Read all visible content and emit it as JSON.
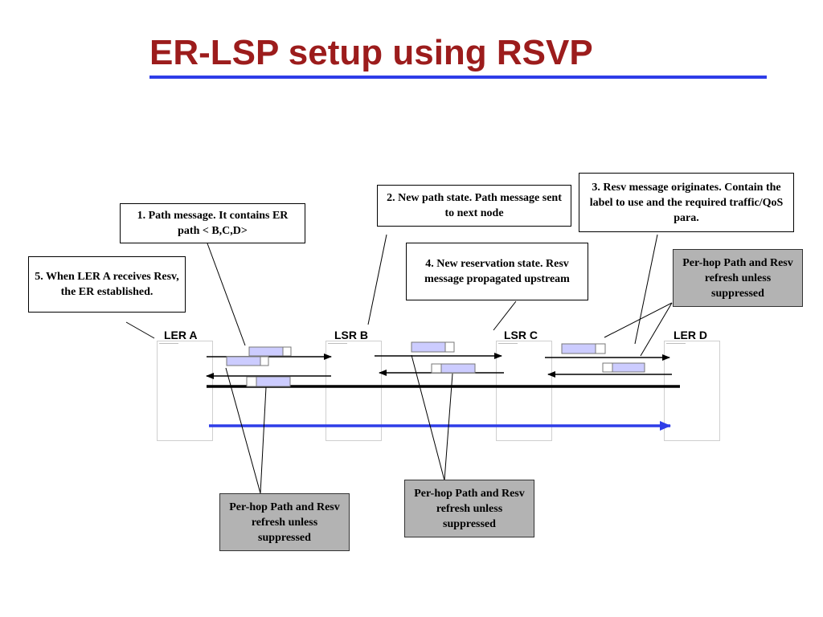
{
  "title": "ER-LSP setup using RSVP",
  "colors": {
    "title": "#9c1c1c",
    "title_rule": "#2e3de8",
    "er_path_arrow": "#2e3de8",
    "packet_fill": "#ccccff",
    "gray_callout": "#b3b3b3"
  },
  "nodes": [
    {
      "label": "LER A"
    },
    {
      "label": "LSR B"
    },
    {
      "label": "LSR C"
    },
    {
      "label": "LER D"
    }
  ],
  "callouts": {
    "path_message": "1. Path message. It contains ER path < B,C,D>",
    "new_path_state": "2. New path state. Path message sent to next node",
    "resv_originates": "3. Resv message  originates. Contain the label to use and the required traffic/QoS para.",
    "new_reservation_state": "4.  New reservation state. Resv message propagated upstream",
    "ler_a_receives": "5. When LER A receives Resv, the ER established.",
    "refresh_right": "Per-hop Path and Resv refresh unless suppressed",
    "refresh_bottom_left": "Per-hop Path and Resv refresh unless suppressed",
    "refresh_bottom_middle": "Per-hop Path and Resv refresh unless suppressed"
  }
}
